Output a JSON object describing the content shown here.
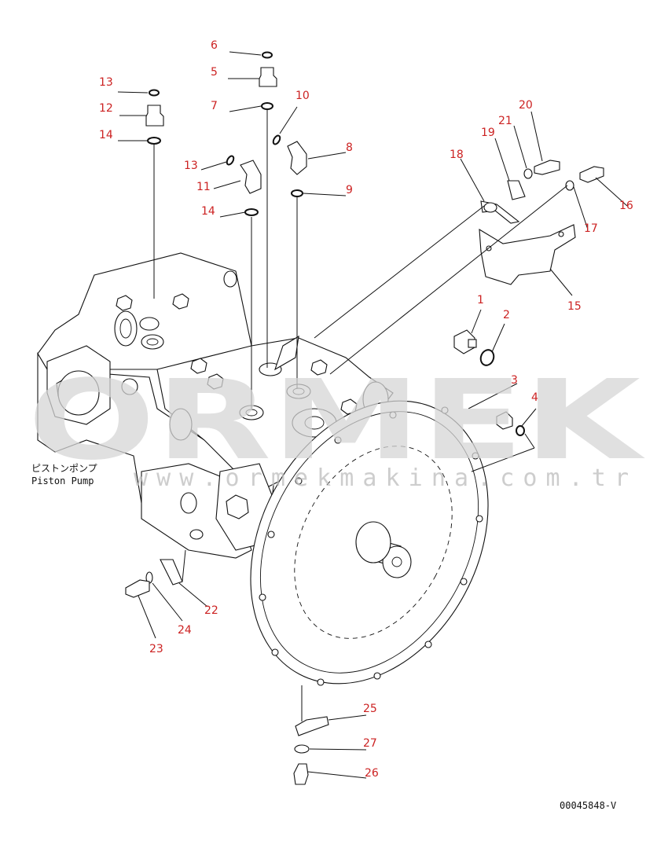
{
  "watermark": {
    "brand": "ORMEK",
    "url": "www.ormekmakina.com.tr"
  },
  "caption": {
    "jp": "ピストンポンプ",
    "en": "Piston Pump"
  },
  "drawing_code": "00045848-V",
  "callouts": [
    {
      "id": "p1",
      "label": "1"
    },
    {
      "id": "p2",
      "label": "2"
    },
    {
      "id": "p3",
      "label": "3"
    },
    {
      "id": "p4",
      "label": "4"
    },
    {
      "id": "p5",
      "label": "5"
    },
    {
      "id": "p6",
      "label": "6"
    },
    {
      "id": "p7",
      "label": "7"
    },
    {
      "id": "p8",
      "label": "8"
    },
    {
      "id": "p9",
      "label": "9"
    },
    {
      "id": "p10",
      "label": "10"
    },
    {
      "id": "p11",
      "label": "11"
    },
    {
      "id": "p12",
      "label": "12"
    },
    {
      "id": "p13a",
      "label": "13"
    },
    {
      "id": "p13b",
      "label": "13"
    },
    {
      "id": "p14a",
      "label": "14"
    },
    {
      "id": "p14b",
      "label": "14"
    },
    {
      "id": "p15",
      "label": "15"
    },
    {
      "id": "p16",
      "label": "16"
    },
    {
      "id": "p17",
      "label": "17"
    },
    {
      "id": "p18",
      "label": "18"
    },
    {
      "id": "p19",
      "label": "19"
    },
    {
      "id": "p20",
      "label": "20"
    },
    {
      "id": "p21",
      "label": "21"
    },
    {
      "id": "p22",
      "label": "22"
    },
    {
      "id": "p23",
      "label": "23"
    },
    {
      "id": "p24",
      "label": "24"
    },
    {
      "id": "p25",
      "label": "25"
    },
    {
      "id": "p26",
      "label": "26"
    },
    {
      "id": "p27",
      "label": "27"
    }
  ]
}
